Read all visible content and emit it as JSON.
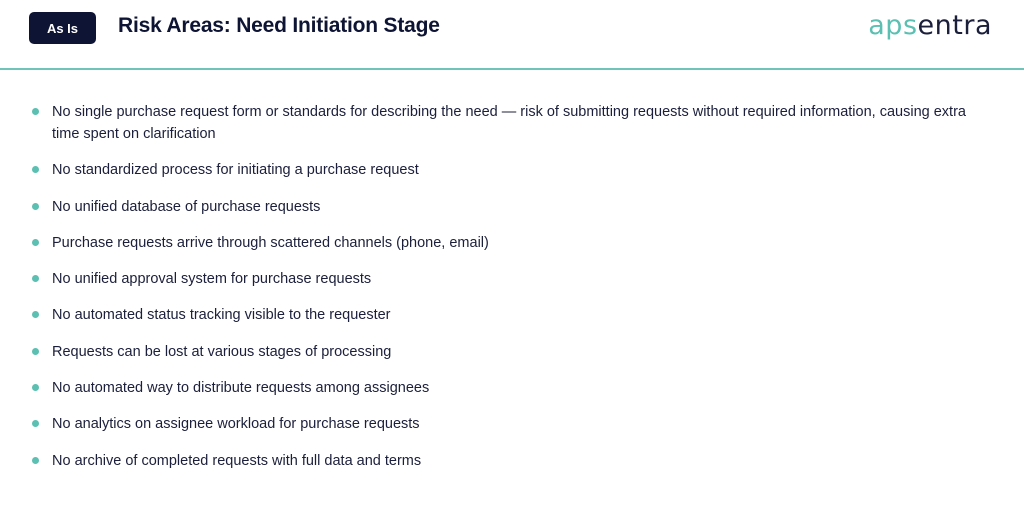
{
  "header": {
    "badge": "As Is",
    "title": "Risk Areas: Need Initiation Stage",
    "logo_part1": "aps",
    "logo_part2": "entra"
  },
  "colors": {
    "accent": "#5bbfb1",
    "navy": "#0e1433",
    "divider": "#6fc3b8"
  },
  "items": [
    "No single purchase request form or standards for describing the need — risk of submitting requests without required information, causing extra time spent on clarification",
    "No standardized process for initiating a purchase request",
    "No unified database of purchase requests",
    "Purchase requests arrive through scattered channels (phone, email)",
    "No unified approval system for purchase requests",
    "No automated status tracking visible to the requester",
    "Requests can be lost at various stages of processing",
    "No automated way to distribute requests among assignees",
    "No analytics on assignee workload for purchase requests",
    "No archive of completed requests with full data and terms"
  ]
}
